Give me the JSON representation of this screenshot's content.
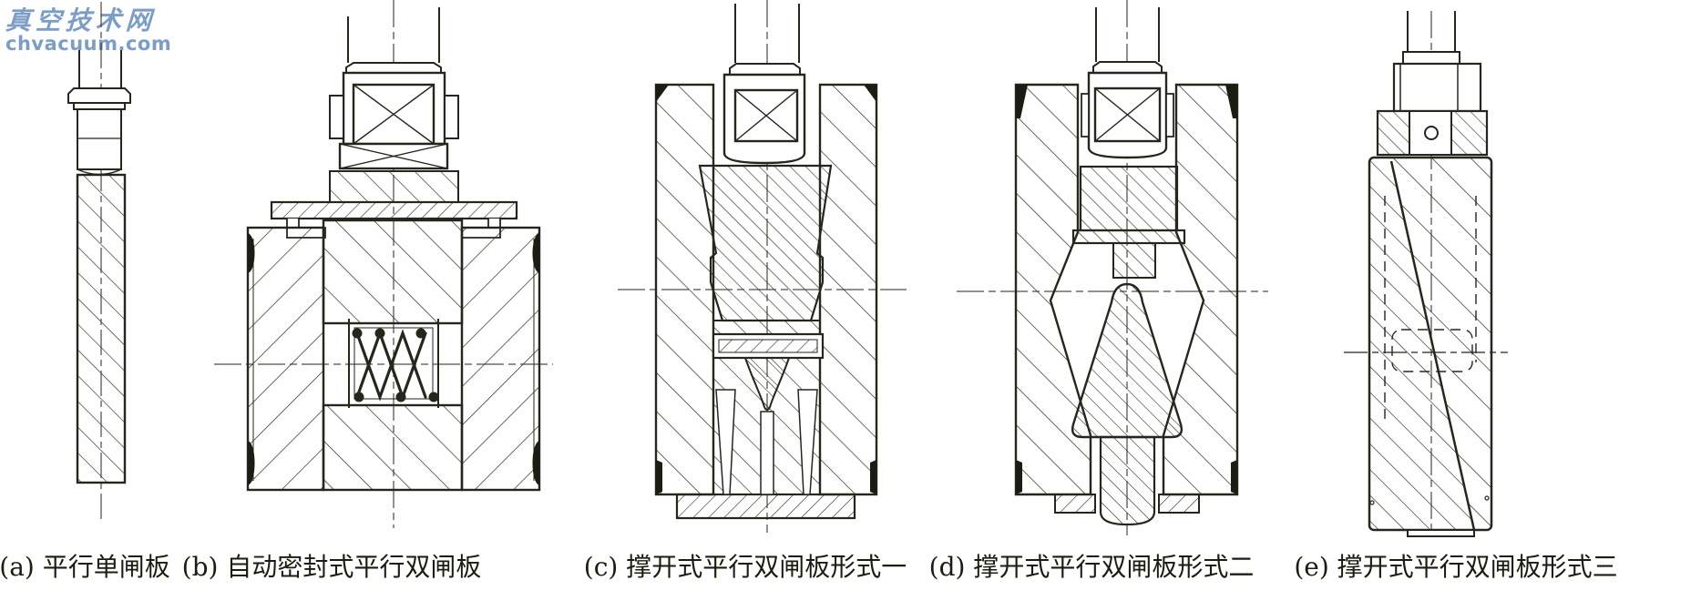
{
  "watermark": {
    "title": "真空技术网",
    "domain": "chvacuum.com"
  },
  "figure_panel": {
    "description_type": "technical-drawing",
    "figures": [
      {
        "id": "a",
        "caption": "(a) 平行单闸板"
      },
      {
        "id": "b",
        "caption": "(b) 自动密封式平行双闸板"
      },
      {
        "id": "c",
        "caption": "(c) 撑开式平行双闸板形式一"
      },
      {
        "id": "d",
        "caption": "(d) 撑开式平行双闸板形式二"
      },
      {
        "id": "e",
        "caption": "(e) 撑开式平行双闸板形式三"
      }
    ]
  },
  "colors": {
    "line": "#26261c",
    "hatch": "#2e2e22",
    "watermark_blue": "#7b9dc6",
    "background": "#fefefe",
    "caption_text": "#1c1c10"
  }
}
